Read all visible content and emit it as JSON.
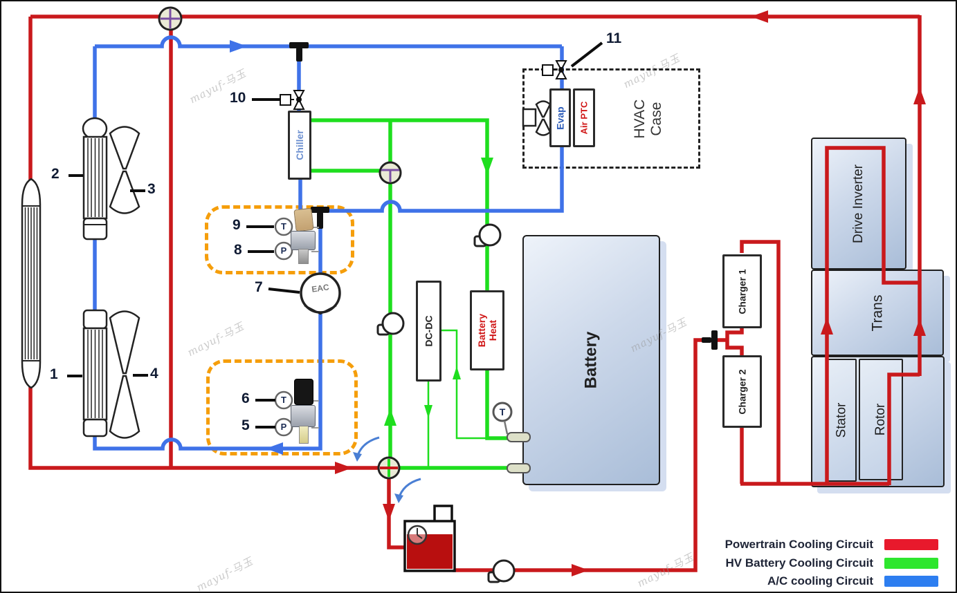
{
  "labels": {
    "chiller": "Chiller",
    "evap": "Evap",
    "air_ptc": "Air PTC",
    "hvac_case": "HVAC Case",
    "dc_dc": "DC-DC",
    "battery_heat": "Battery Heat",
    "battery": "Battery",
    "charger_1": "Charger 1",
    "charger_2": "Charger 2",
    "drive_inverter": "Drive Inverter",
    "trans": "Trans",
    "stator": "Stator",
    "rotor": "Rotor",
    "eac": "EAC"
  },
  "sensors": {
    "t": "T",
    "p": "P"
  },
  "callouts": {
    "c1": "1",
    "c2": "2",
    "c3": "3",
    "c4": "4",
    "c5": "5",
    "c6": "6",
    "c7": "7",
    "c8": "8",
    "c9": "9",
    "c10": "10",
    "c11": "11"
  },
  "legend": [
    {
      "label": "Powertrain Cooling Circuit",
      "color": "#e8192c"
    },
    {
      "label": "HV Battery Cooling Circuit",
      "color": "#2ee62e"
    },
    {
      "label": "A/C cooling Circuit",
      "color": "#2d7ef0"
    }
  ],
  "line_colors": {
    "powertrain": "#c9191c",
    "hv_battery": "#1ede1e",
    "ac": "#3f72e8",
    "sensor_highlight": "#f59e0b",
    "valve_mark": "#7a4fa3"
  },
  "watermark": "mayuf-马玉"
}
